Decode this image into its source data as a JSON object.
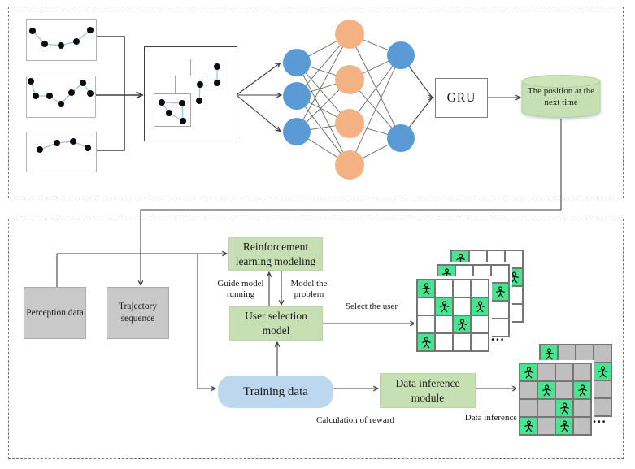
{
  "colors": {
    "node_blue": "#5b9bd5",
    "node_orange": "#f4b183",
    "green_box": "#c6e0b4",
    "blue_box": "#bdd7ee",
    "gray_box": "#c9c9c9",
    "grid_green": "#47e58f",
    "grid_gray": "#bfbfbf",
    "grid_white": "#ffffff",
    "trajectory_line": "#9dc3e6"
  },
  "top_section": {
    "trajectory_plots": [
      {
        "points": [
          [
            7,
            14
          ],
          [
            22,
            30
          ],
          [
            42,
            32
          ],
          [
            61,
            27
          ],
          [
            78,
            13
          ]
        ]
      },
      {
        "points": [
          [
            5,
            6
          ],
          [
            11,
            24
          ],
          [
            28,
            24
          ],
          [
            42,
            34
          ],
          [
            55,
            20
          ],
          [
            69,
            8
          ],
          [
            78,
            21
          ]
        ]
      },
      {
        "points": [
          [
            16,
            21
          ],
          [
            37,
            13
          ],
          [
            57,
            11
          ],
          [
            75,
            19
          ]
        ]
      }
    ],
    "window_frames": [
      {
        "dots": [
          [
            32,
            9
          ],
          [
            32,
            29
          ]
        ],
        "edges": [
          [
            0,
            1
          ]
        ]
      },
      {
        "dots": [
          [
            30,
            10
          ],
          [
            29,
            30
          ]
        ],
        "edges": [
          [
            0,
            1
          ]
        ]
      },
      {
        "dots": [
          [
            9,
            10
          ],
          [
            34,
            11
          ],
          [
            18,
            23
          ],
          [
            35,
            33
          ]
        ],
        "edges": [
          [
            0,
            1
          ],
          [
            0,
            2
          ],
          [
            2,
            3
          ],
          [
            1,
            3
          ]
        ]
      }
    ],
    "network_layers": [
      {
        "count": 3,
        "color_key": "node_blue"
      },
      {
        "count": 4,
        "color_key": "node_orange"
      },
      {
        "count": 2,
        "color_key": "node_blue"
      }
    ],
    "gru_label": "GRU",
    "output_label": "The position at the\nnext time"
  },
  "bottom_section": {
    "perception_label": "Perception data",
    "trajectory_label": "Trajectory\nsequence",
    "rl_modeling_label": "Reinforcement\nlearning modeling",
    "user_selection_label": "User selection\nmodel",
    "training_data_label": "Training data",
    "inference_module_label": "Data inference\nmodule",
    "guide_model_label": "Guide model\nrunning",
    "model_problem_label": "Model the\nproblem",
    "select_user_label": "Select the user",
    "reward_label": "Calculation of reward",
    "data_inference_label": "Data inference",
    "ellipsis": "..."
  },
  "grids": {
    "selection": {
      "rows": 4,
      "cols": 4,
      "fill_key": "grid_white",
      "green_cells": [
        [
          0,
          0
        ],
        [
          1,
          1
        ],
        [
          1,
          3
        ],
        [
          2,
          2
        ],
        [
          3,
          0
        ]
      ]
    },
    "inference": {
      "rows": 4,
      "cols": 4,
      "fill_key": "grid_gray",
      "green_cells": [
        [
          0,
          0
        ],
        [
          1,
          1
        ],
        [
          1,
          3
        ],
        [
          2,
          2
        ],
        [
          3,
          0
        ],
        [
          3,
          2
        ]
      ]
    }
  },
  "icons": {
    "grid_person": "person-icon"
  }
}
